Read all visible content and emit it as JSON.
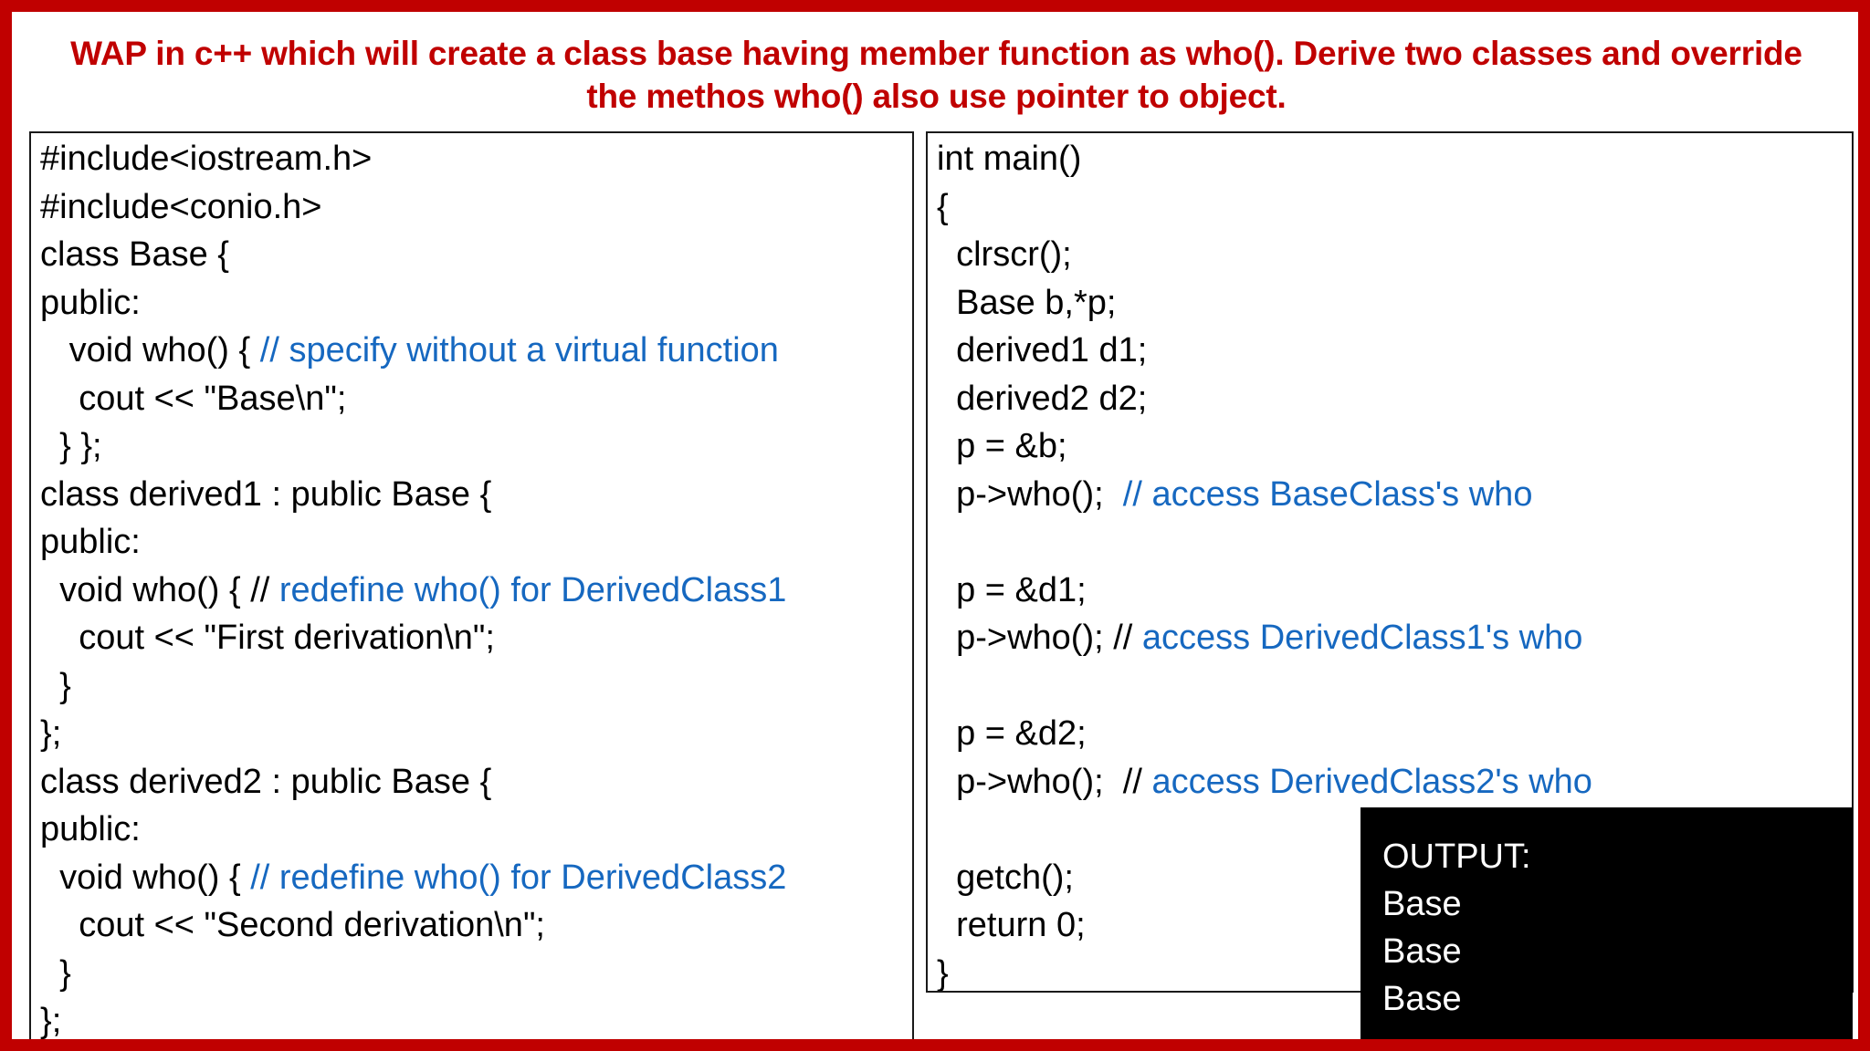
{
  "slide": {
    "title": "WAP in c++ which will create a class base having member function as who(). Derive two classes and override the methos who() also use pointer to object.",
    "title_color": "#C00000",
    "border_color": "#C00000",
    "comment_color": "#1668C0",
    "code_color": "#000000"
  },
  "left_panel": {
    "lines": [
      {
        "code": "#include<iostream.h>",
        "comment": ""
      },
      {
        "code": "#include<conio.h>",
        "comment": ""
      },
      {
        "code": "class Base {",
        "comment": ""
      },
      {
        "code": "public:",
        "comment": ""
      },
      {
        "code": "   void who() { ",
        "comment": "// specify without a virtual function"
      },
      {
        "code": "    cout << \"Base\\n\";",
        "comment": ""
      },
      {
        "code": "  } };",
        "comment": ""
      },
      {
        "code": "class derived1 : public Base {",
        "comment": ""
      },
      {
        "code": "public:",
        "comment": ""
      },
      {
        "code": "  void who() { //",
        "comment": " redefine who() for DerivedClass1"
      },
      {
        "code": "    cout << \"First derivation\\n\";",
        "comment": ""
      },
      {
        "code": "  }",
        "comment": ""
      },
      {
        "code": "};",
        "comment": ""
      },
      {
        "code": "class derived2 : public Base {",
        "comment": ""
      },
      {
        "code": "public:",
        "comment": ""
      },
      {
        "code": "  void who() { ",
        "comment": "// redefine who() for DerivedClass2"
      },
      {
        "code": "    cout << \"Second derivation\\n\";",
        "comment": ""
      },
      {
        "code": "  }",
        "comment": ""
      },
      {
        "code": "};",
        "comment": ""
      }
    ]
  },
  "right_panel": {
    "lines": [
      {
        "code": "int main()",
        "comment": ""
      },
      {
        "code": "{",
        "comment": ""
      },
      {
        "code": "  clrscr();",
        "comment": ""
      },
      {
        "code": "  Base b,*p;",
        "comment": ""
      },
      {
        "code": "  derived1 d1;",
        "comment": ""
      },
      {
        "code": "  derived2 d2;",
        "comment": ""
      },
      {
        "code": "  p = &b;",
        "comment": ""
      },
      {
        "code": "  p->who();  ",
        "comment": "// access BaseClass's who"
      },
      {
        "code": "",
        "comment": ""
      },
      {
        "code": "  p = &d1;",
        "comment": ""
      },
      {
        "code": "  p->who(); //",
        "comment": " access DerivedClass1's who"
      },
      {
        "code": "",
        "comment": ""
      },
      {
        "code": "  p = &d2;",
        "comment": ""
      },
      {
        "code": "  p->who();  //",
        "comment": " access DerivedClass2's who"
      },
      {
        "code": "",
        "comment": ""
      },
      {
        "code": "  getch();",
        "comment": ""
      },
      {
        "code": "  return 0;",
        "comment": ""
      },
      {
        "code": "}",
        "comment": ""
      }
    ]
  },
  "output_console": {
    "label": "OUTPUT:",
    "lines": [
      "Base",
      "Base",
      "Base"
    ],
    "background": "#000000",
    "text_color": "#FFFFFF"
  }
}
